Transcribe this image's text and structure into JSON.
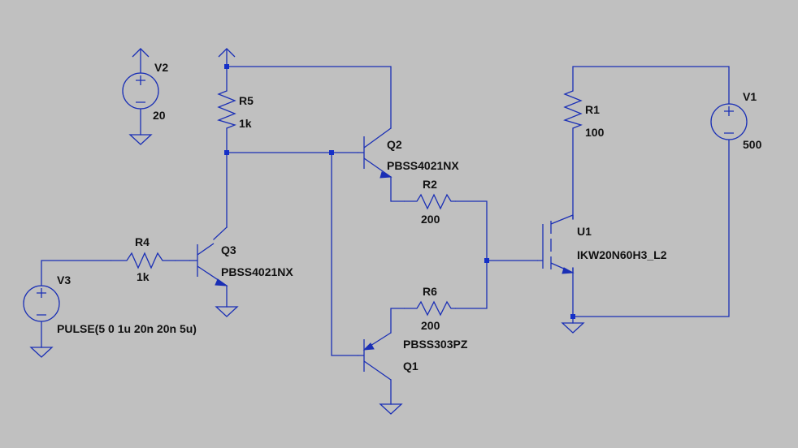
{
  "schematic": {
    "background": "#c0c0c0",
    "wire_color": "#1a2fb5",
    "components": {
      "V1": {
        "ref": "V1",
        "value": "500"
      },
      "V2": {
        "ref": "V2",
        "value": "20"
      },
      "V3": {
        "ref": "V3",
        "value": "PULSE(5 0 1u 20n 20n 5u)"
      },
      "R1": {
        "ref": "R1",
        "value": "100"
      },
      "R2": {
        "ref": "R2",
        "value": "200"
      },
      "R4": {
        "ref": "R4",
        "value": "1k"
      },
      "R5": {
        "ref": "R5",
        "value": "1k"
      },
      "R6": {
        "ref": "R6",
        "value": "200"
      },
      "Q1": {
        "ref": "Q1",
        "value": "PBSS303PZ"
      },
      "Q2": {
        "ref": "Q2",
        "value": "PBSS4021NX"
      },
      "Q3": {
        "ref": "Q3",
        "value": "PBSS4021NX"
      },
      "U1": {
        "ref": "U1",
        "value": "IKW20N60H3_L2"
      }
    }
  }
}
